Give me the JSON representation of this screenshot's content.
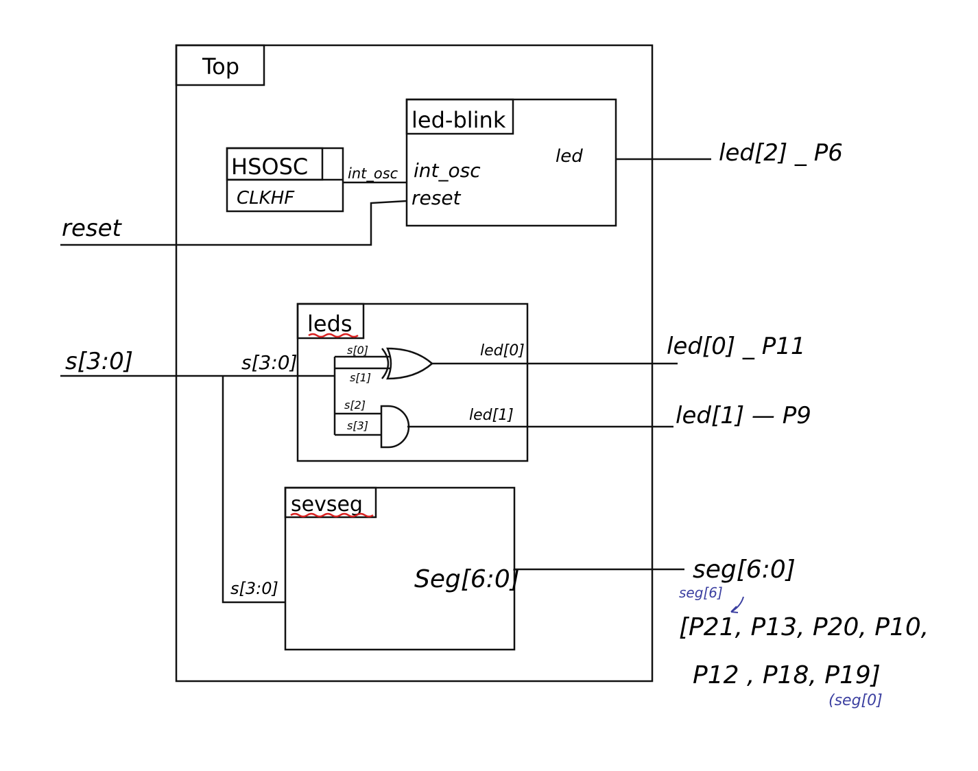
{
  "top": {
    "label": "Top"
  },
  "led_blink": {
    "label": "led-blink",
    "port_int_osc": "int_osc",
    "port_reset": "reset",
    "port_led": "led"
  },
  "hsosc": {
    "label": "HSOSC",
    "port": "CLKHF"
  },
  "int_osc_wire": "int_osc",
  "reset_input": "reset",
  "s_input": "s[3:0]",
  "leds": {
    "label": "leds",
    "bus_in": "s[3:0]",
    "s0": "s[0]",
    "s1": "s[1]",
    "s2": "s[2]",
    "s3": "s[3]",
    "out0": "led[0]",
    "out1": "led[1]"
  },
  "sevseg": {
    "label": "sevseg",
    "bus_in": "s[3:0]",
    "out": "Seg[6:0]"
  },
  "outputs": {
    "led2": "led[2] _ P6",
    "led0": "led[0] _ P11",
    "led1": "led[1] — P9",
    "seg": "seg[6:0]",
    "pins_line1": "[P21, P13, P20, P10,",
    "pins_line2": "P12 , P18, P19]",
    "note_seg6": "seg[6]",
    "note_seg0": "(seg[0]"
  },
  "colors": {
    "ink": "#111111",
    "annotation_blue": "#3b3fa0",
    "spellcheck_red": "#d82020"
  }
}
